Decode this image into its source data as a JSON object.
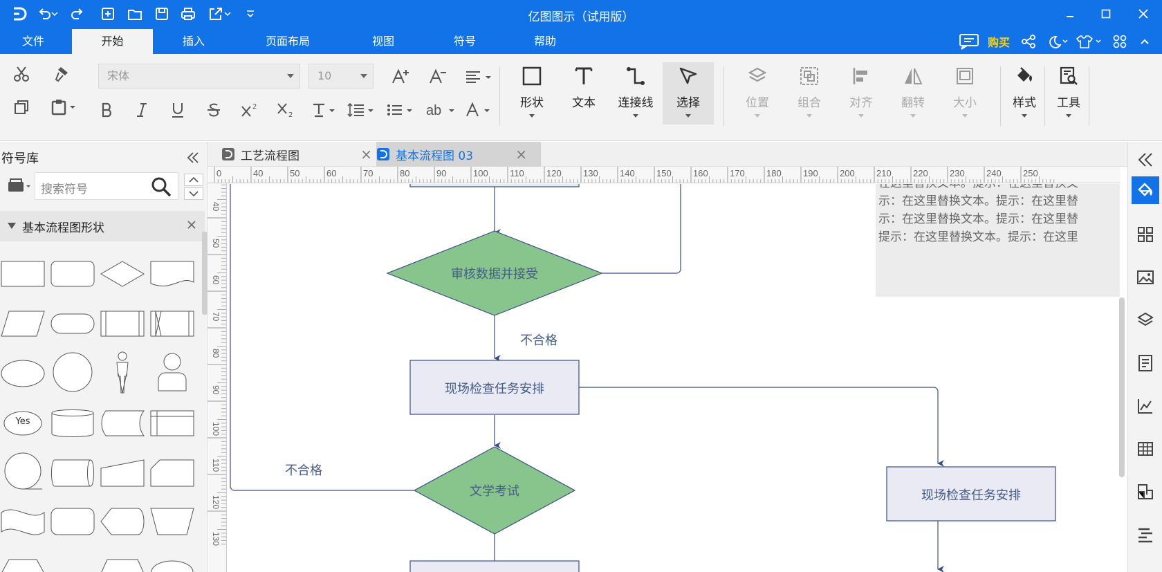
{
  "app": {
    "title": "亿图图示（试用版）"
  },
  "menu": {
    "items": [
      "文件",
      "开始",
      "插入",
      "页面布局",
      "视图",
      "符号",
      "帮助"
    ],
    "active": "开始",
    "buy": "购买"
  },
  "ribbon": {
    "font_name": "宋体",
    "font_size": "10",
    "tools": [
      {
        "label": "形状"
      },
      {
        "label": "文本"
      },
      {
        "label": "连接线"
      },
      {
        "label": "选择"
      },
      {
        "label": "位置"
      },
      {
        "label": "组合"
      },
      {
        "label": "对齐"
      },
      {
        "label": "翻转"
      },
      {
        "label": "大小"
      },
      {
        "label": "样式"
      },
      {
        "label": "工具"
      }
    ]
  },
  "left_panel": {
    "title": "符号库",
    "search_placeholder": "搜索符号",
    "library_name": "基本流程图形状",
    "yes_shape_label": "Yes"
  },
  "tabs": [
    {
      "label": "工艺流程图",
      "active": false
    },
    {
      "label": "基本流程图 03",
      "active": true
    }
  ],
  "ruler": {
    "h_labels": [
      "0",
      "40",
      "50",
      "60",
      "70",
      "80",
      "90",
      "100",
      "110",
      "120",
      "130",
      "140",
      "150",
      "160",
      "170",
      "180",
      "190",
      "200",
      "210",
      "220",
      "230",
      "240",
      "250"
    ],
    "v_labels": [
      "40",
      "50",
      "60",
      "70",
      "80",
      "90",
      "100",
      "110",
      "120",
      "130"
    ]
  },
  "canvas": {
    "nodes": {
      "review": "审核数据并接受",
      "inspect1": "现场检查任务安排",
      "exam": "文学考试",
      "inspect2": "现场检查任务安排"
    },
    "edge_labels": {
      "fail1": "不合格",
      "fail2": "不合格"
    },
    "note_lines": [
      "在这里替换文本。提示：在这里替换文",
      "示：在这里替换文本。提示：在这里替",
      "示：在这里替换文本。提示：在这里替",
      "提示：在这里替换文本。提示：在这里"
    ]
  },
  "colors": {
    "accent": "#1273e8",
    "diamond_fill": "#88c58d",
    "box_fill": "#e9eaf4",
    "stroke": "#3a4d86",
    "buy": "#ffd200"
  }
}
